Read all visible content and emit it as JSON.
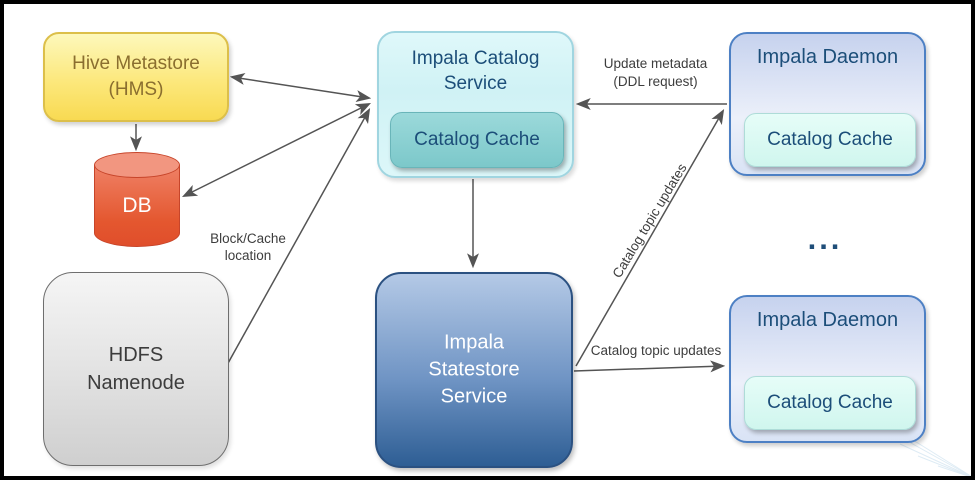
{
  "nodes": {
    "hms": {
      "lines": [
        "Hive Metastore",
        "(HMS)"
      ]
    },
    "db": {
      "label": "DB"
    },
    "hdfs": {
      "lines": [
        "HDFS",
        "Namenode"
      ]
    },
    "catalog_service": {
      "lines": [
        "Impala Catalog",
        "Service"
      ],
      "cache_label": "Catalog Cache"
    },
    "statestore": {
      "lines": [
        "Impala",
        "Statestore",
        "Service"
      ]
    },
    "daemon_top": {
      "label": "Impala Daemon",
      "cache_label": "Catalog Cache"
    },
    "daemon_bottom": {
      "label": "Impala Daemon",
      "cache_label": "Catalog Cache"
    },
    "ellipsis": "..."
  },
  "edge_labels": {
    "update_metadata": {
      "lines": [
        "Update metadata",
        "(DDL request)"
      ]
    },
    "catalog_topic_updates_diagonal": "Catalog topic updates",
    "catalog_topic_updates_horizontal": "Catalog topic updates",
    "block_cache_location": {
      "lines": [
        "Block/Cache",
        "location"
      ]
    }
  },
  "colors": {
    "hms_fill": "#FBE87C",
    "hms_text": "#8A6E2F",
    "db_fill": "#E4572F",
    "hdfs_fill": "#DFDFDF",
    "catalog_fill": "#D9F6F8",
    "catalog_cache_fill": "#85CDCE",
    "daemon_fill": "#D4DDF4",
    "daemon_cache_fill": "#DDFBF4",
    "statestore_top": "#B4C9E6",
    "statestore_bottom": "#2E5E94",
    "heading_text": "#1C4E79",
    "edge_label_text": "#3D3D3D",
    "arrow_stroke": "#545454"
  }
}
